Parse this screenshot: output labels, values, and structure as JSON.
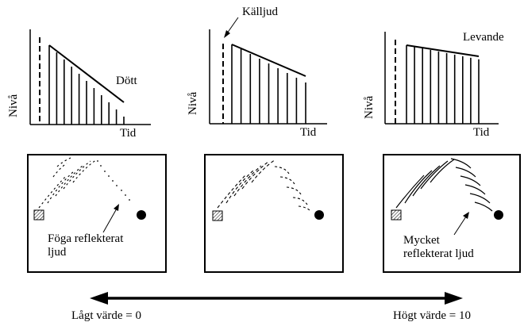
{
  "charts": [
    {
      "axis_y": "Nivå",
      "axis_x": "Tid",
      "curve_label": "Dött",
      "annotation": ""
    },
    {
      "axis_y": "Nivå",
      "axis_x": "Tid",
      "curve_label": "",
      "annotation": "Källjud"
    },
    {
      "axis_y": "Nivå",
      "axis_x": "Tid",
      "curve_label": "Levande",
      "annotation": ""
    }
  ],
  "rooms": [
    {
      "caption_line1": "Föga reflekterat",
      "caption_line2": "ljud"
    },
    {
      "caption_line1": "",
      "caption_line2": ""
    },
    {
      "caption_line1": "Mycket",
      "caption_line2": "reflekterat ljud"
    }
  ],
  "scale": {
    "low_label": "Lågt värde = 0",
    "high_label": "Högt värde = 10"
  },
  "chart_data": [
    {
      "type": "bar",
      "name": "Dött",
      "values": [
        10,
        9.1,
        8.2,
        7.3,
        6.4,
        5.5,
        4.6,
        3.7,
        2.8,
        1.9,
        1.0
      ]
    },
    {
      "type": "bar",
      "name": "",
      "values": [
        10,
        9.4,
        8.8,
        8.2,
        7.6,
        7.0,
        6.4,
        5.8,
        5.2
      ]
    },
    {
      "type": "bar",
      "name": "Levande",
      "values": [
        10,
        9.8,
        9.6,
        9.4,
        9.2,
        9.0,
        8.8,
        8.6,
        8.4,
        8.2
      ]
    }
  ]
}
